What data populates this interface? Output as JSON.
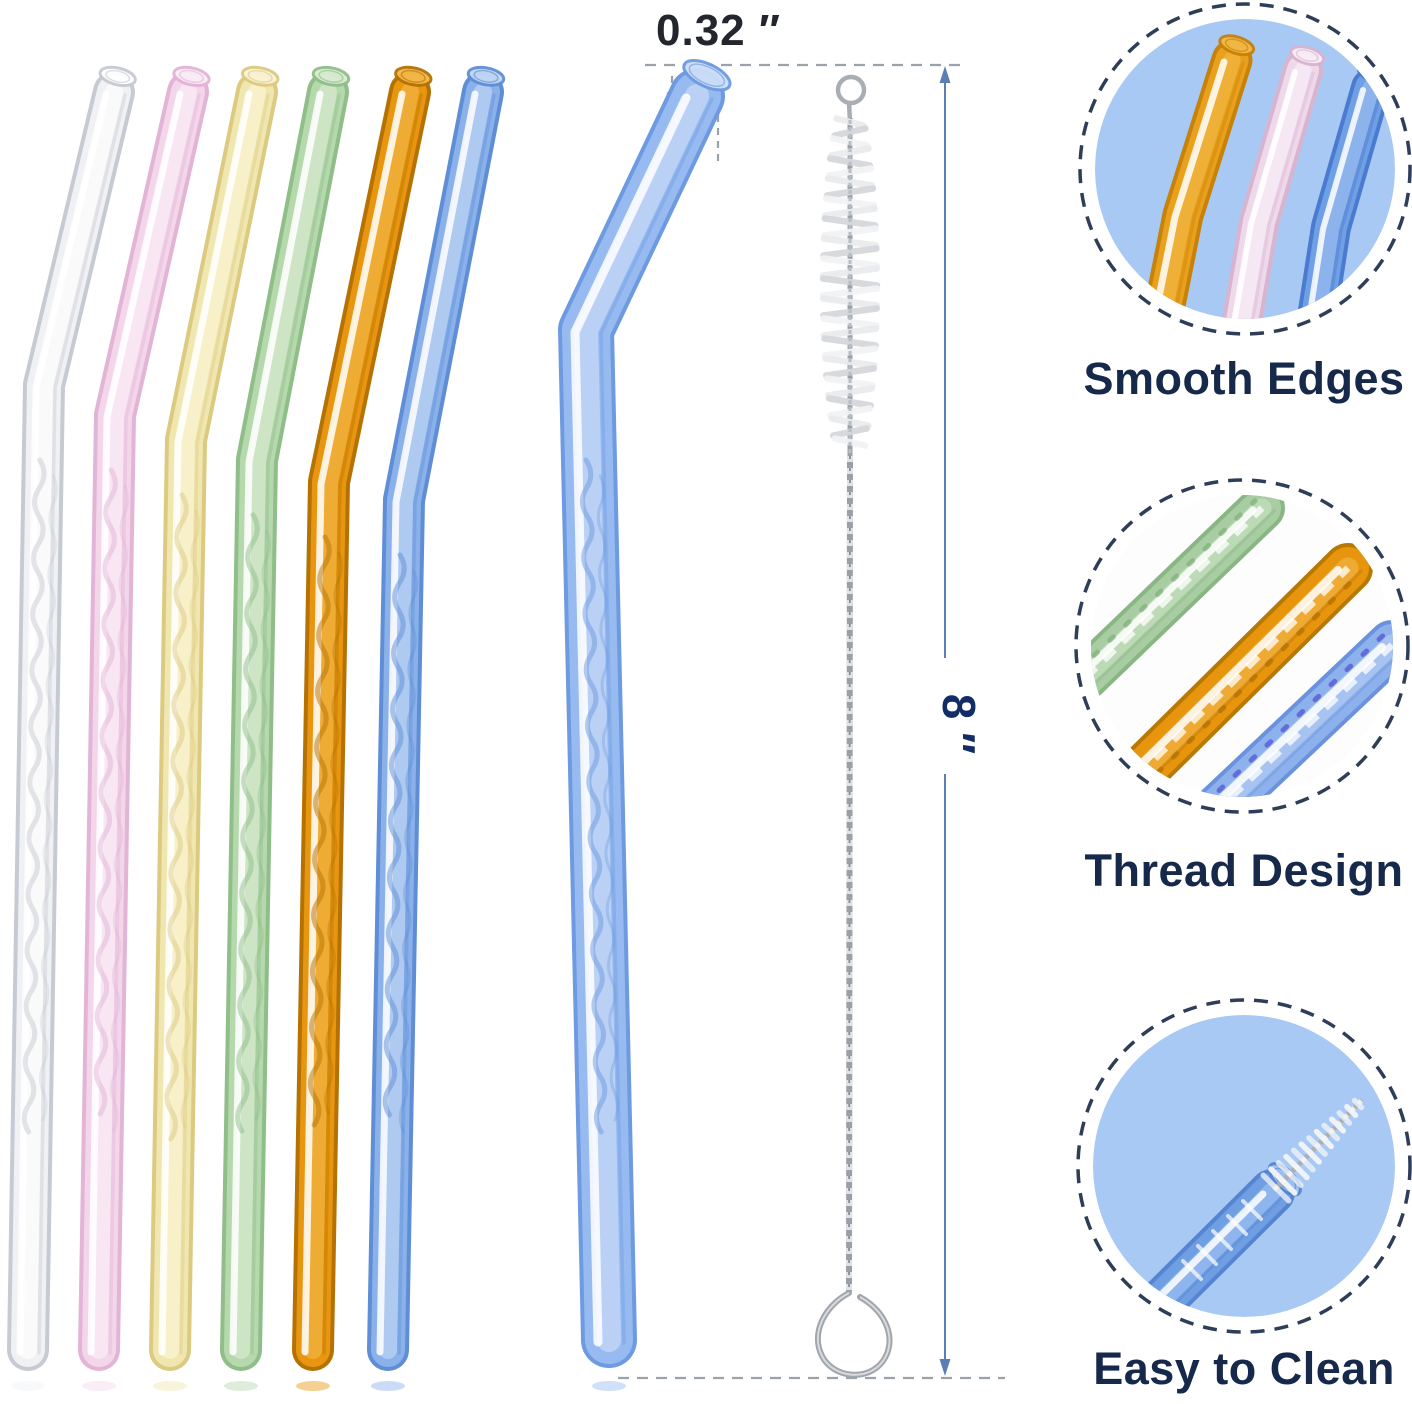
{
  "annotations": {
    "diameter_label": "0.32 ″",
    "length_label": "8 ″"
  },
  "features": [
    {
      "label": "Smooth Edges"
    },
    {
      "label": "Thread Design"
    },
    {
      "label": "Easy to Clean"
    }
  ],
  "palette": {
    "background": "#ffffff",
    "label_text": "#16294a",
    "diameter_text": "#23262c",
    "length_text": "#122d66",
    "dimension_line": "#5b7fb5",
    "dash_gray": "#9aa2ac",
    "ring_navy": "#2e3d58",
    "callout_bg": "#a9c9f5",
    "callout_bg_white": "#fdfdfe",
    "brush_wire": "#9aa0a6",
    "brush_bristle": "#e9ebee"
  },
  "straws": [
    {
      "name": "clear",
      "edge": "#c6cad2",
      "mid": "#f0f1f4",
      "hi": "#ffffff"
    },
    {
      "name": "pink",
      "edge": "#e2b4d6",
      "mid": "#f3d6ea",
      "hi": "#fbeef7"
    },
    {
      "name": "yellow",
      "edge": "#dcca81",
      "mid": "#f0e7b0",
      "hi": "#faf4d6"
    },
    {
      "name": "green",
      "edge": "#8fbe89",
      "mid": "#b5d8ad",
      "hi": "#daecd3"
    },
    {
      "name": "amber",
      "edge": "#b57203",
      "mid": "#e8960f",
      "hi": "#f3b94a"
    },
    {
      "name": "blue",
      "edge": "#5f8ed6",
      "mid": "#8ab1e9",
      "hi": "#c2d7f5"
    },
    {
      "name": "blue-large",
      "edge": "#6d9ae0",
      "mid": "#97bbf0",
      "hi": "#cdddf8"
    }
  ],
  "callout_tubes": {
    "smooth_edges": [
      "amber",
      "pink",
      "blue"
    ],
    "thread_design": [
      "green",
      "amber",
      "blue"
    ],
    "easy_to_clean": [
      "blue"
    ]
  }
}
